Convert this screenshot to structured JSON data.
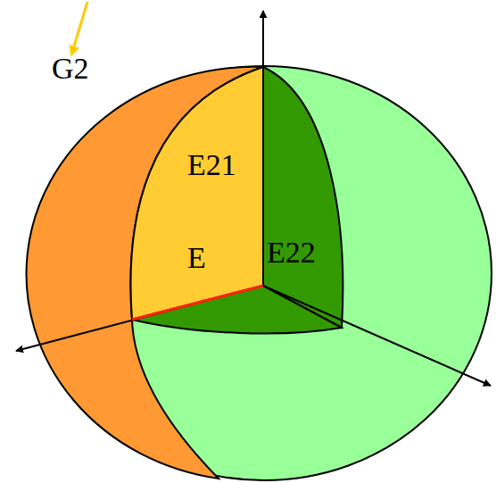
{
  "diagram": {
    "labels": [
      "G2",
      "E21",
      "E",
      "E22"
    ]
  }
}
